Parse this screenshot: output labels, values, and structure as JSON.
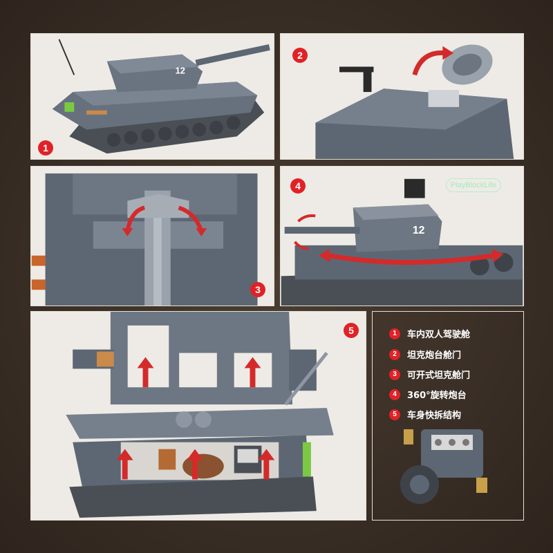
{
  "panels": [
    {
      "badge": "1"
    },
    {
      "badge": "2"
    },
    {
      "badge": "3"
    },
    {
      "badge": "4",
      "turret_number": "12"
    },
    {
      "badge": "5"
    }
  ],
  "tank": {
    "turret_number": "12"
  },
  "legend": {
    "items": [
      {
        "num": "1",
        "text": "车内双人驾驶舱"
      },
      {
        "num": "2",
        "text": "坦克炮台舱门"
      },
      {
        "num": "3",
        "text": "可开式坦克舱门"
      },
      {
        "num": "4",
        "text": "360°旋转炮台"
      },
      {
        "num": "5",
        "text": "车身快拆结构"
      }
    ]
  },
  "watermark": "PlayBlockLife",
  "colors": {
    "frame": "#e9e2d6",
    "badge": "#e02227",
    "arrow": "#d42a2a",
    "tank_grey": "#5d6773",
    "background": "#3a2f27"
  }
}
